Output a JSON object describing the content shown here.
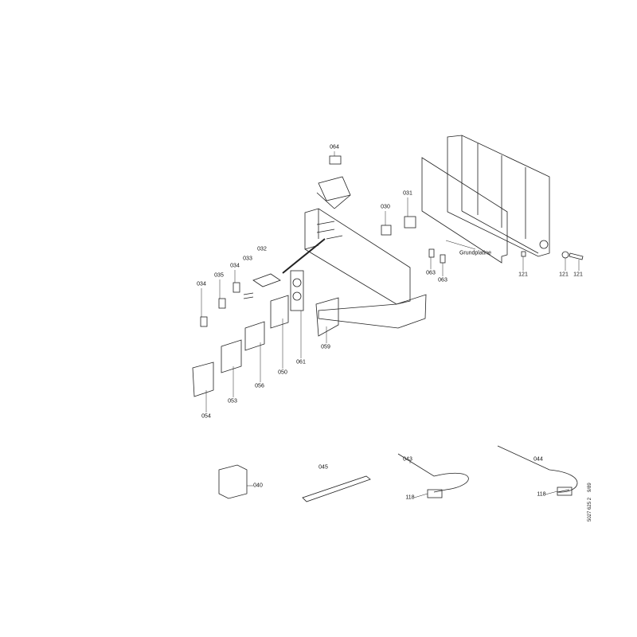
{
  "diagram": {
    "type": "exploded parts diagram",
    "labels": {
      "p064": "064",
      "p031": "031",
      "p030": "030",
      "p032": "032",
      "p033": "033",
      "p034a": "034",
      "p035": "035",
      "p034b": "034",
      "grundplatine": "Grundplatine",
      "p063a": "063",
      "p063b": "063",
      "p121a": "121",
      "p121b": "121",
      "p121c": "121",
      "p059": "059",
      "p061": "061",
      "p050": "050",
      "p056": "056",
      "p053": "053",
      "p054": "054",
      "p040": "040",
      "p045": "045",
      "p043": "043",
      "p118a": "118",
      "p044": "044",
      "p118b": "118"
    },
    "drawing_number": "5027 625 2",
    "date": "9/89"
  }
}
